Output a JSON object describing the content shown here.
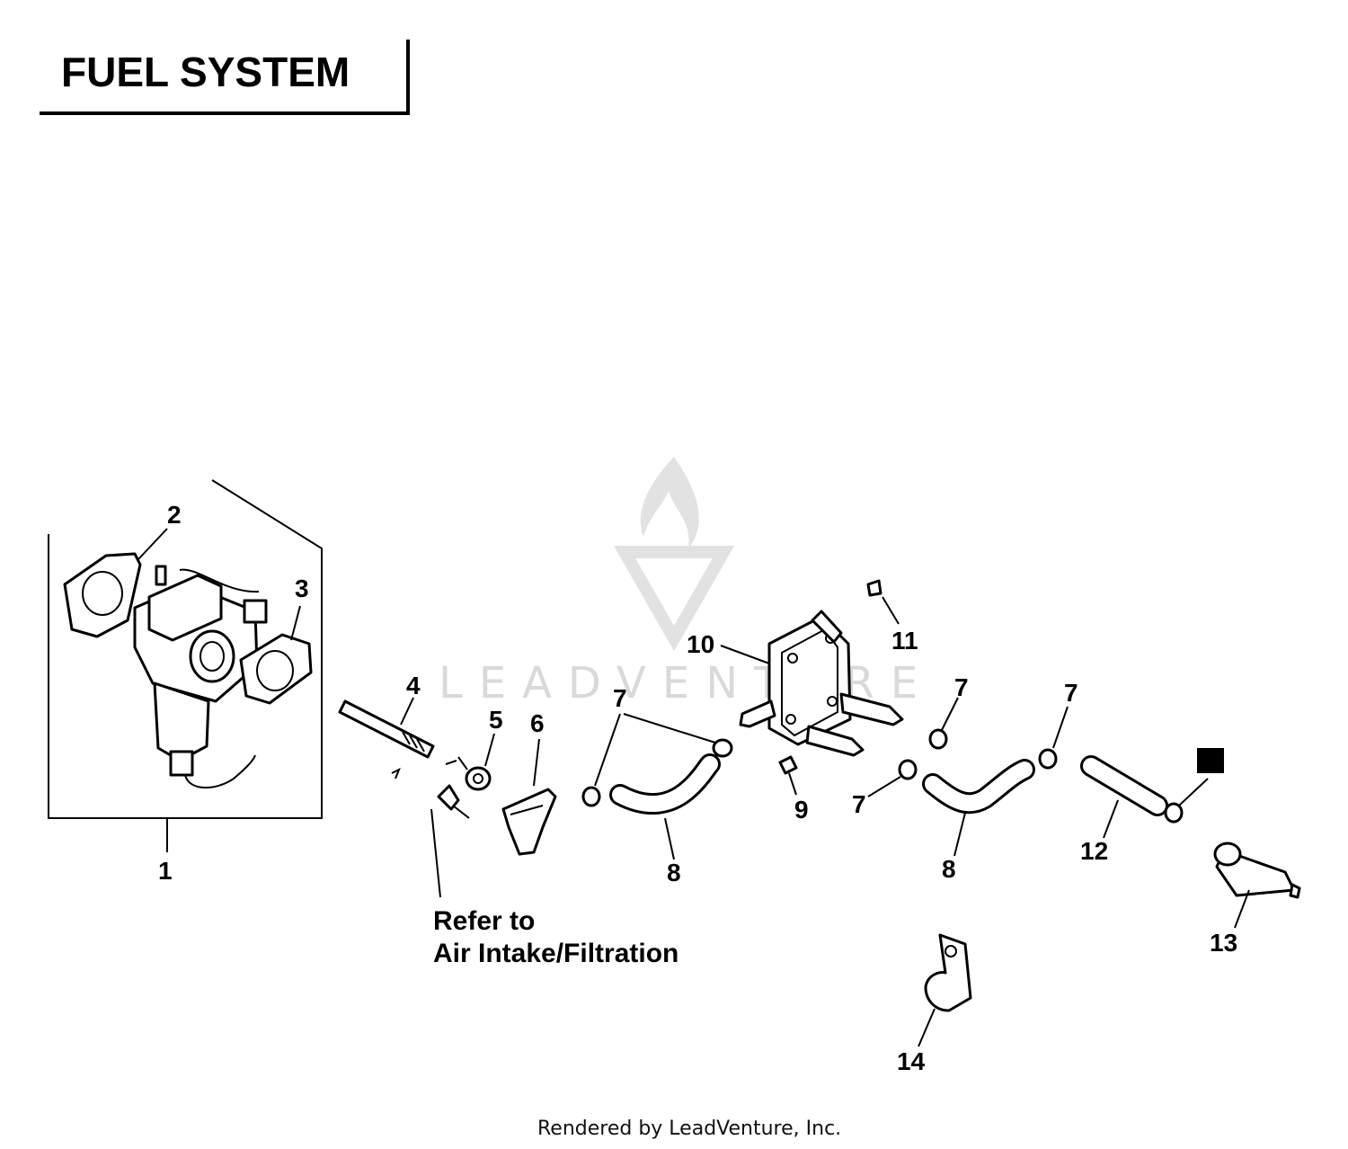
{
  "title": "FUEL SYSTEM",
  "note": {
    "line1": "Refer to",
    "line2": "Air Intake/Filtration"
  },
  "footer": "Rendered by LeadVenture, Inc.",
  "watermark": "LEADVENTURE",
  "callouts": {
    "c1": "1",
    "c2": "2",
    "c3": "3",
    "c4": "4",
    "c5": "5",
    "c6": "6",
    "c7a": "7",
    "c7b": "7",
    "c7c": "7",
    "c7d": "7",
    "c8a": "8",
    "c8b": "8",
    "c9": "9",
    "c10": "10",
    "c11": "11",
    "c12": "12",
    "c13": "13",
    "c14": "14"
  },
  "colors": {
    "ink": "#000000",
    "watermark": "#d9d9d9",
    "background": "#ffffff"
  }
}
